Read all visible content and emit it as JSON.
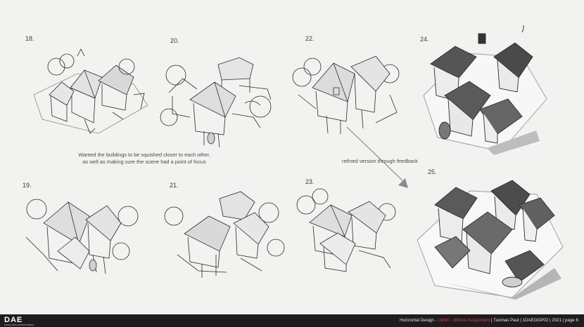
{
  "sketches": [
    {
      "id": "18",
      "label": "18."
    },
    {
      "id": "20",
      "label": "20."
    },
    {
      "id": "22",
      "label": "22."
    },
    {
      "id": "24",
      "label": "24."
    },
    {
      "id": "19",
      "label": "19."
    },
    {
      "id": "21",
      "label": "21."
    },
    {
      "id": "23",
      "label": "23."
    },
    {
      "id": "25",
      "label": "25."
    }
  ],
  "notes": {
    "squish_line1": "Wanted the buildings to be squished closer to each other,",
    "squish_line2": "as well as making sure the scene had a point of focus",
    "refined": "refined version through feedback"
  },
  "footer": {
    "logo_text": "DAE",
    "logo_subtext": "DIGITAL ARTS & ENTERTAINMENT",
    "course": "Horizontal Design",
    "separator": " - ",
    "assignment": "Uphill - qWeek Assignment",
    "details": " | Tuomas Paul | 1DAEGGP02 | 2021 | page 6"
  },
  "colors": {
    "background": "#f2f2f1",
    "footer_bg": "#1d1d1d",
    "accent": "#e0355a",
    "sketch_line": "#2b2b2b"
  }
}
